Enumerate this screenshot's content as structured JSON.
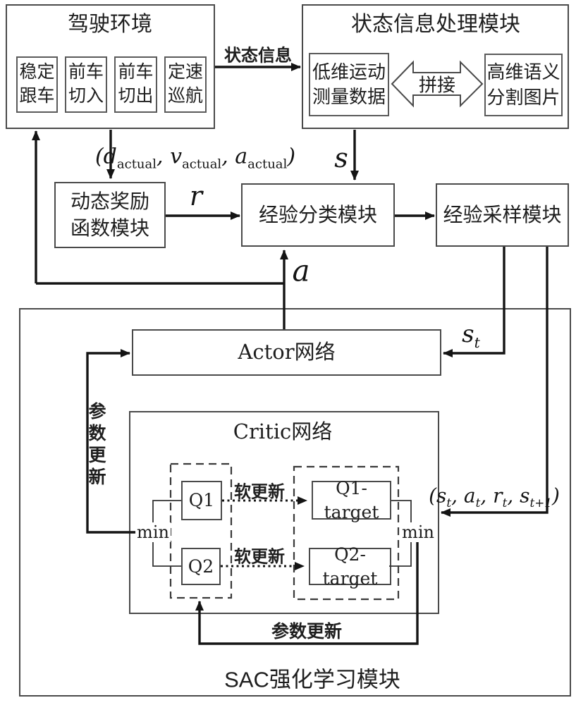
{
  "driving_env": {
    "title": "驾驶环境",
    "scenarios": [
      "稳定跟车",
      "前车切入",
      "前车切出",
      "定速巡航"
    ]
  },
  "state_module": {
    "title": "状态信息处理模块",
    "low_dim": "低维运动测量数据",
    "concat": "拼接",
    "high_dim": "高维语义分割图片"
  },
  "reward_module": {
    "line1": "动态奖励",
    "line2": "函数模块"
  },
  "classify_module": {
    "title": "经验分类模块"
  },
  "sample_module": {
    "title": "经验采样模块"
  },
  "sac_module": {
    "title": "SAC强化学习模块",
    "actor": "Actor网络",
    "critic": "Critic网络",
    "q1": "Q1",
    "q2": "Q2",
    "q1_target": "Q1-target",
    "q2_target": "Q2-target",
    "min_left": "min",
    "min_right": "min"
  },
  "labels": {
    "state_info": "状态信息",
    "soft_update_top": "软更新",
    "soft_update_bottom": "软更新",
    "param_update_left": "参数更新",
    "param_update_bottom": "参数更新"
  },
  "math": {
    "r": "r",
    "s": "s",
    "a": "a",
    "dva": [
      "(d",
      "actual",
      ", v",
      "actual",
      ", a",
      "actual",
      ")"
    ],
    "st": [
      "s",
      "t"
    ],
    "tuple": [
      "(s",
      "t",
      ", a",
      "t",
      ", r",
      "t",
      ", s",
      "t+1",
      ")"
    ]
  },
  "colors": {
    "line": "#141414",
    "box_border": "#4a4a4a",
    "background": "#ffffff"
  }
}
